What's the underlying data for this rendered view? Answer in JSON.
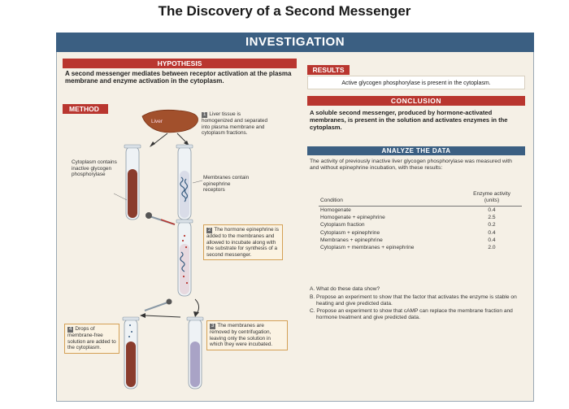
{
  "title": "The Discovery of a Second Messenger",
  "investigation_label": "INVESTIGATION",
  "hypothesis": {
    "label": "HYPOTHESIS",
    "text": "A second messenger mediates between receptor activation at the plasma membrane and enzyme activation in the cytoplasm."
  },
  "method": {
    "label": "METHOD",
    "liver_label": "Liver",
    "step1": {
      "num": "1",
      "text": "Liver tissue is homogenized and separated into plasma membrane and cytoplasm fractions."
    },
    "cytoplasm_note": "Cytoplasm contains inactive glycogen phosphorylase",
    "membranes_note": "Membranes contain epinephrine receptors",
    "step2": {
      "num": "2",
      "text": "The hormone epinephrine is added to the membranes and allowed to incubate along with the substrate for synthesis of a second messenger."
    },
    "step3": {
      "num": "3",
      "text": "The membranes are removed by centrifugation, leaving only the solution in which they were incubated."
    },
    "step4": {
      "num": "4",
      "text": "Drops of membrane-free solution are added to the cytoplasm."
    }
  },
  "results": {
    "label": "RESULTS",
    "text": "Active glycogen phosphorylase is present in the cytoplasm."
  },
  "conclusion": {
    "label": "CONCLUSION",
    "text": "A soluble second messenger, produced by hormone-activated membranes, is present in the solution and activates enzymes in the cytoplasm."
  },
  "analyze": {
    "label": "ANALYZE THE DATA",
    "intro": "The activity of previously inactive liver glycogen phosphorylase was measured with and without epinephrine incubation, with these results:",
    "col_condition": "Condition",
    "col_activity": "Enzyme activity",
    "col_units": "(units)",
    "rows": [
      {
        "condition": "Homogenate",
        "value": "0.4"
      },
      {
        "condition": "Homogenate + epinephrine",
        "value": "2.5"
      },
      {
        "condition": "Cytoplasm fraction",
        "value": "0.2"
      },
      {
        "condition": "Cytoplasm + epinephrine",
        "value": "0.4"
      },
      {
        "condition": "Membranes + epinephrine",
        "value": "0.4"
      },
      {
        "condition": "Cytoplasm + membranes + epinephrine",
        "value": "2.0"
      }
    ],
    "questions": [
      "A. What do these data show?",
      "B. Propose an experiment to show that the factor that activates the enzyme is stable on heating and give predicted data.",
      "C. Propose an experiment to show that cAMP can replace the membrane fraction and hormone treatment and give predicted data."
    ]
  },
  "colors": {
    "header_blue": "#3b5f82",
    "label_red": "#b9362f",
    "panel_bg": "#f5f0e6"
  }
}
